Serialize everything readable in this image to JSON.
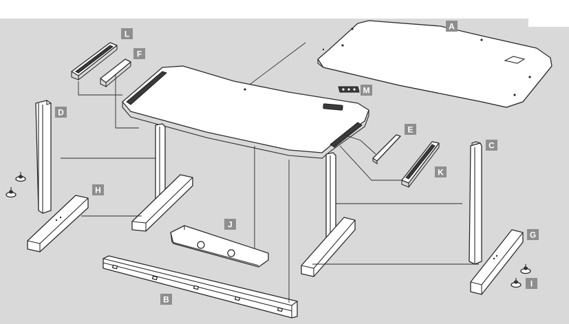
{
  "diagram": {
    "background_color": "#d9d9d9",
    "label_color": "#8e8e8e",
    "labels": [
      {
        "id": "A",
        "text": "A"
      },
      {
        "id": "B",
        "text": "B"
      },
      {
        "id": "C",
        "text": "C"
      },
      {
        "id": "D",
        "text": "D"
      },
      {
        "id": "E",
        "text": "E"
      },
      {
        "id": "F",
        "text": "F"
      },
      {
        "id": "G",
        "text": "G"
      },
      {
        "id": "H",
        "text": "H"
      },
      {
        "id": "I",
        "text": "I"
      },
      {
        "id": "J",
        "text": "J"
      },
      {
        "id": "K",
        "text": "K"
      },
      {
        "id": "L",
        "text": "L"
      },
      {
        "id": "M",
        "text": "M"
      }
    ]
  }
}
